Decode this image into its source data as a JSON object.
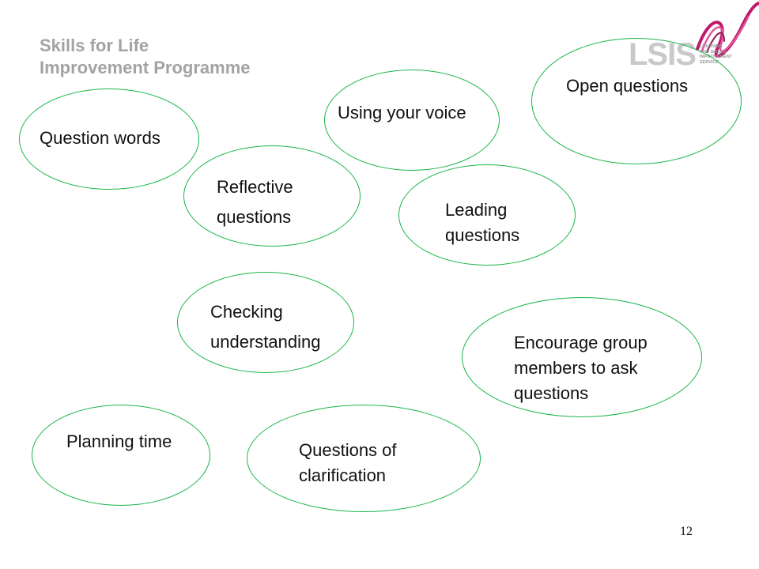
{
  "header": {
    "line1": "Skills for Life",
    "line2": "Improvement Programme"
  },
  "logo": {
    "name": "LSIS",
    "tagline": [
      "LEARNING",
      "AND SKILLS",
      "IMPROVEMENT",
      "SERVICE"
    ],
    "accent_color": "#c2186b"
  },
  "bubble_color": "#19b64a",
  "bubbles": {
    "question_words": {
      "lines": [
        "Question words"
      ]
    },
    "using_voice": {
      "lines": [
        "Using your voice"
      ]
    },
    "open_questions": {
      "lines": [
        "Open questions"
      ]
    },
    "reflective": {
      "lines": [
        "Reflective",
        "questions"
      ]
    },
    "leading": {
      "lines": [
        "Leading",
        "questions"
      ]
    },
    "checking": {
      "lines": [
        "Checking",
        "understanding"
      ]
    },
    "encourage": {
      "lines": [
        "Encourage group",
        "members to ask",
        "questions"
      ]
    },
    "planning": {
      "lines": [
        "Planning time"
      ]
    },
    "clarification": {
      "lines": [
        "Questions of",
        "clarification"
      ]
    }
  },
  "page_number": "12"
}
